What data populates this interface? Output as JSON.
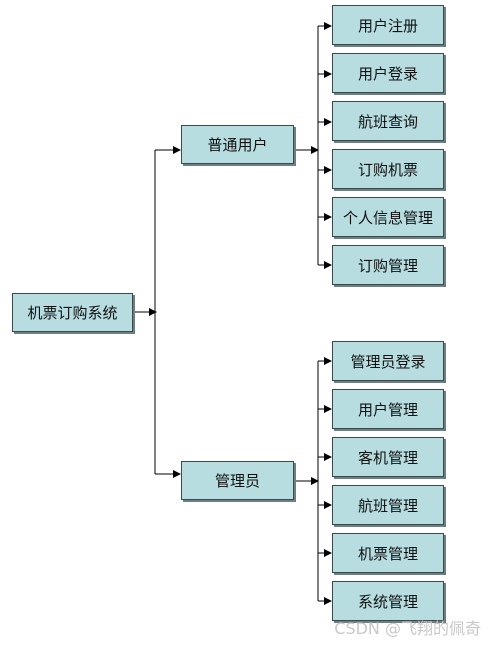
{
  "root": {
    "label": "机票订购系统"
  },
  "branches": [
    {
      "label": "普通用户",
      "children": [
        "用户注册",
        "用户登录",
        "航班查询",
        "订购机票",
        "个人信息管理",
        "订购管理"
      ]
    },
    {
      "label": "管理员",
      "children": [
        "管理员登录",
        "用户管理",
        "客机管理",
        "航班管理",
        "机票管理",
        "系统管理"
      ]
    }
  ],
  "watermark": "CSDN @飞翔的佩奇",
  "colors": {
    "box_fill": "#b7dde0",
    "box_border": "#3a4a4c",
    "line": "#000000"
  }
}
